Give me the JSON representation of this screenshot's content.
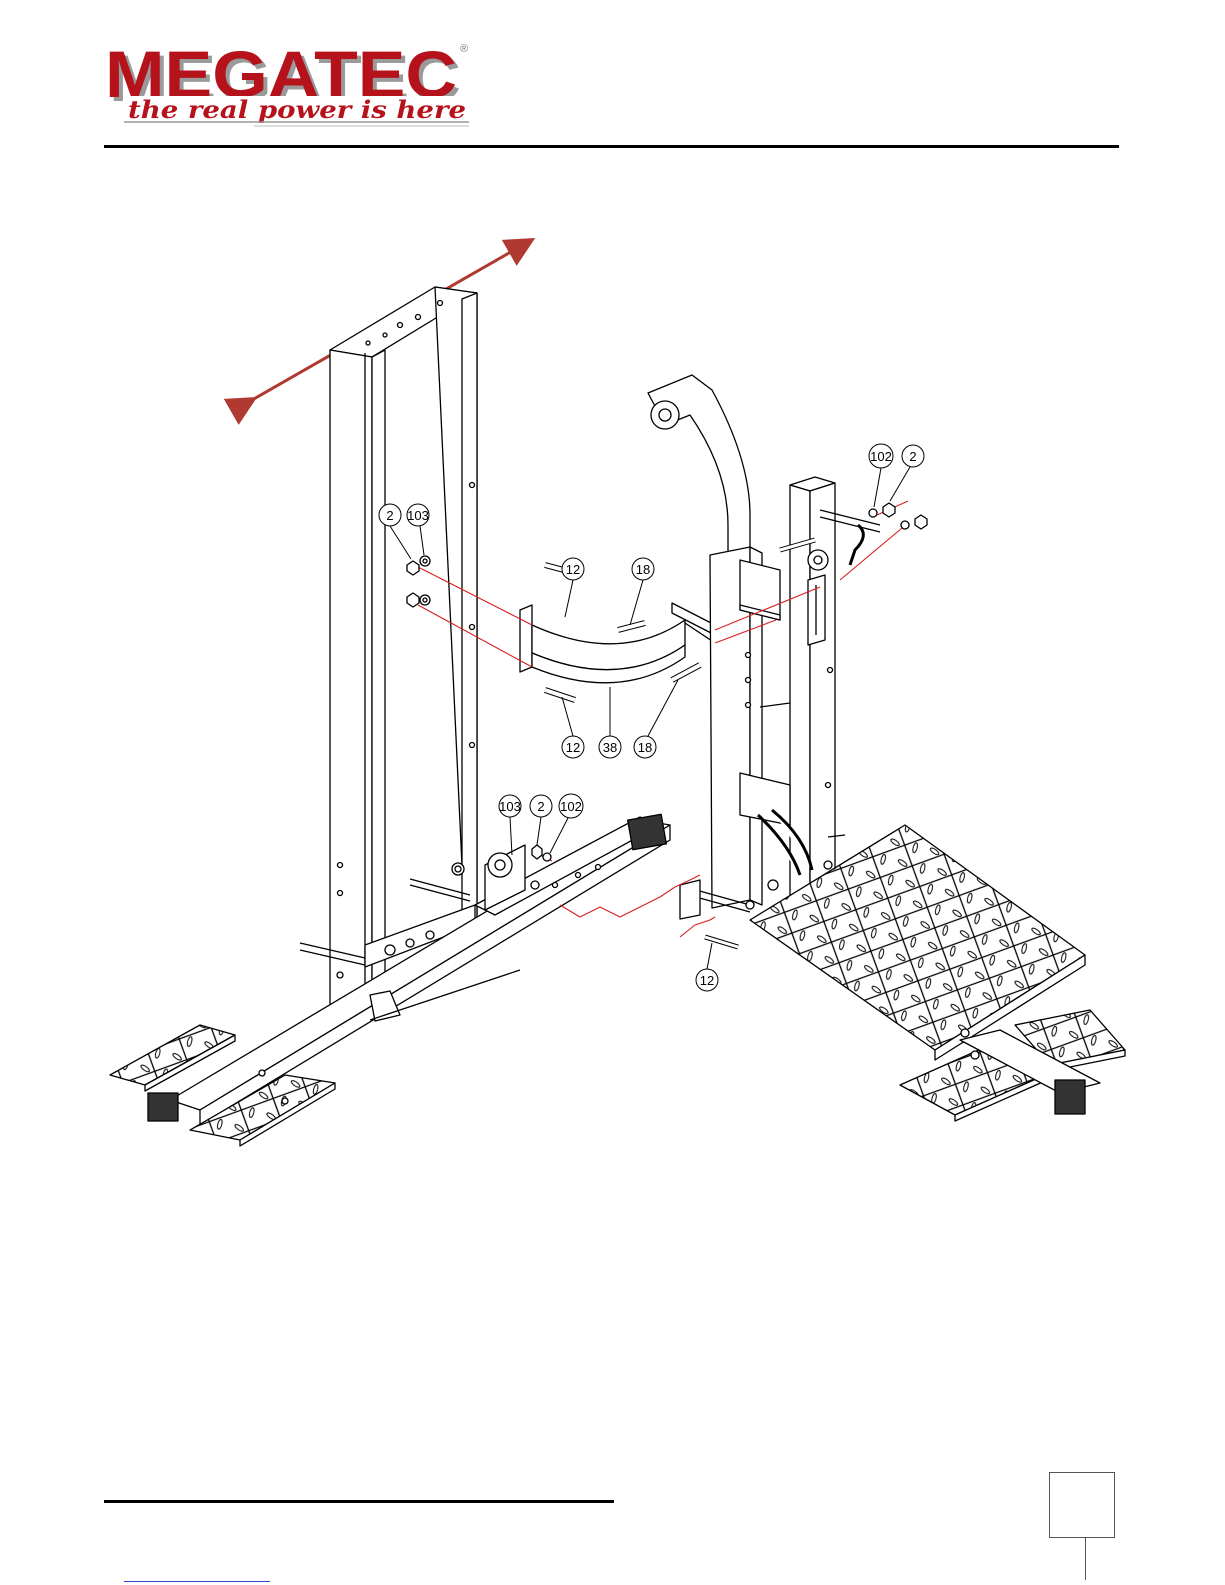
{
  "brand": {
    "name": "MEGATEC",
    "tagline": "the real power is here",
    "trademark": "®",
    "colors": {
      "primary": "#b5121b",
      "tagline": "#b5121b",
      "shadow": "#888888"
    }
  },
  "diagram": {
    "callouts": [
      {
        "id": "c-2-a",
        "label": "2"
      },
      {
        "id": "c-103-a",
        "label": "103"
      },
      {
        "id": "c-12-a",
        "label": "12"
      },
      {
        "id": "c-18-a",
        "label": "18"
      },
      {
        "id": "c-102-a",
        "label": "102"
      },
      {
        "id": "c-2-b",
        "label": "2"
      },
      {
        "id": "c-12-b",
        "label": "12"
      },
      {
        "id": "c-38",
        "label": "38"
      },
      {
        "id": "c-18-b",
        "label": "18"
      },
      {
        "id": "c-103-b",
        "label": "103"
      },
      {
        "id": "c-2-c",
        "label": "2"
      },
      {
        "id": "c-102-b",
        "label": "102"
      },
      {
        "id": "c-12-c",
        "label": "12"
      }
    ],
    "colors": {
      "lines": "#000000",
      "guides": "#d91e1e",
      "arrow": "#b03a32"
    }
  }
}
